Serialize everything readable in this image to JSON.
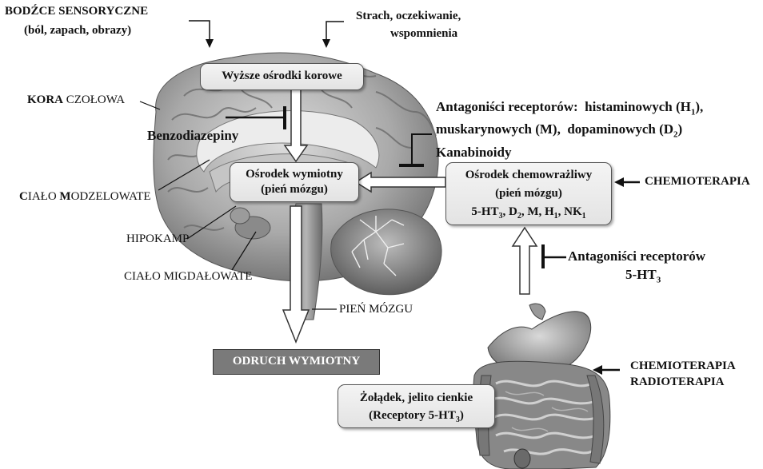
{
  "stimuli": {
    "sensory_title": "BODŹCE SENSORYCZNE",
    "sensory_sub": "(ból, zapach, obrazy)",
    "emotional_line1": "Strach, oczekiwanie,",
    "emotional_line2": "wspomnienia"
  },
  "boxes": {
    "cortical": "Wyższe ośrodki korowe",
    "vomiting_center_1": "Ośrodek wymiotny",
    "vomiting_center_2": "(pień mózgu)",
    "chemoreceptor_1": "Ośrodek chemowrażliwy",
    "chemoreceptor_2": "(pień mózgu)",
    "reflex": "ODRUCH WYMIOTNY",
    "gut_1": "Żołądek, jelito cienkie",
    "gut_2": "(Receptory 5-HT3)"
  },
  "brain_labels": {
    "frontal_cortex_a": "KORA",
    "frontal_cortex_b": " CZOŁOWA",
    "corpus_callosum_a": "C",
    "corpus_callosum_b": "IAŁO ",
    "corpus_callosum_c": "M",
    "corpus_callosum_d": "ODZELOWATE",
    "hippocampus": "HIPOKAMP",
    "amygdala": "CIAŁO MIGDAŁOWATE",
    "brainstem": "PIEŃ MÓZGU"
  },
  "drugs": {
    "benzodiazepines": "Benzodiazepiny",
    "antag_line1": "Antagoniści receptorów:  histaminowych (H1),",
    "antag_line2": "muskarynowych (M),  dopaminowych (D2)",
    "cannabinoids": "Kanabinoidy",
    "ht3_line1": "Antagoniści receptorów",
    "ht3_line2": "5-HT3"
  },
  "receptors": "5-HT3, D2, M, H1, NK1",
  "triggers": {
    "chemo1": "CHEMIOTERAPIA",
    "chemo2": "CHEMIOTERAPIA",
    "radio": "RADIOTERAPIA"
  }
}
